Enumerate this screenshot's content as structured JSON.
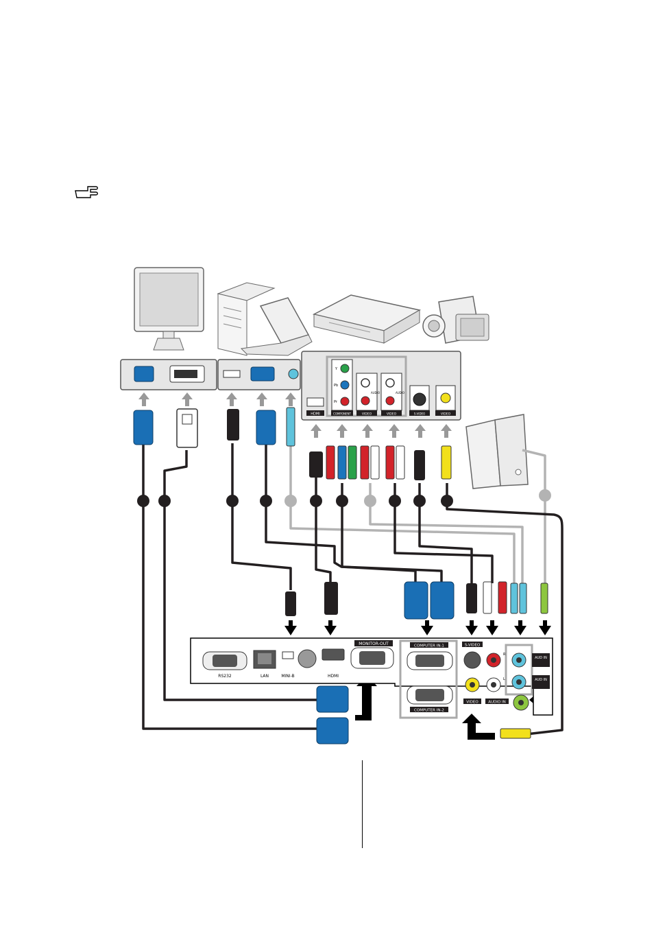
{
  "projector_panel": {
    "labels": {
      "rs232": "RS232",
      "lan": "LAN",
      "mini_b": "MINI-B",
      "hdmi": "HDMI",
      "monitor_out": "MONITOR-OUT",
      "computer_in_1": "COMPUTER IN-1",
      "computer_in_2": "COMPUTER IN-2",
      "s_video": "S-VIDEO",
      "video": "VIDEO",
      "audio_in": "AUDIO IN",
      "audio_in_1": "AUD IN",
      "audio_in_2": "AUD IN",
      "l": "L",
      "r": "R"
    }
  },
  "source_panel": {
    "labels": {
      "hdmi": "HDMI",
      "component": "COMPONENT",
      "video_1": "VIDEO",
      "video_2": "VIDEO",
      "s_video": "S-VIDEO",
      "video_3": "VIDEO",
      "audio_1": "AUDIO",
      "audio_2": "AUDIO",
      "y": "Y",
      "pb": "Pb",
      "pr": "Pr"
    }
  },
  "colors": {
    "vga_blue": "#1a6fb5",
    "cable_black": "#231f20",
    "cable_gray": "#b3b3b3",
    "panel_fill": "#e6e6e6",
    "rca_red": "#d2232a",
    "rca_green": "#2aa14a",
    "rca_blue": "#1c75bc",
    "rca_yellow": "#f2e01c",
    "audio_cyan": "#5fc3dc",
    "audio_green": "#8dc63f"
  },
  "icons": [
    "hand-pointer-icon"
  ]
}
